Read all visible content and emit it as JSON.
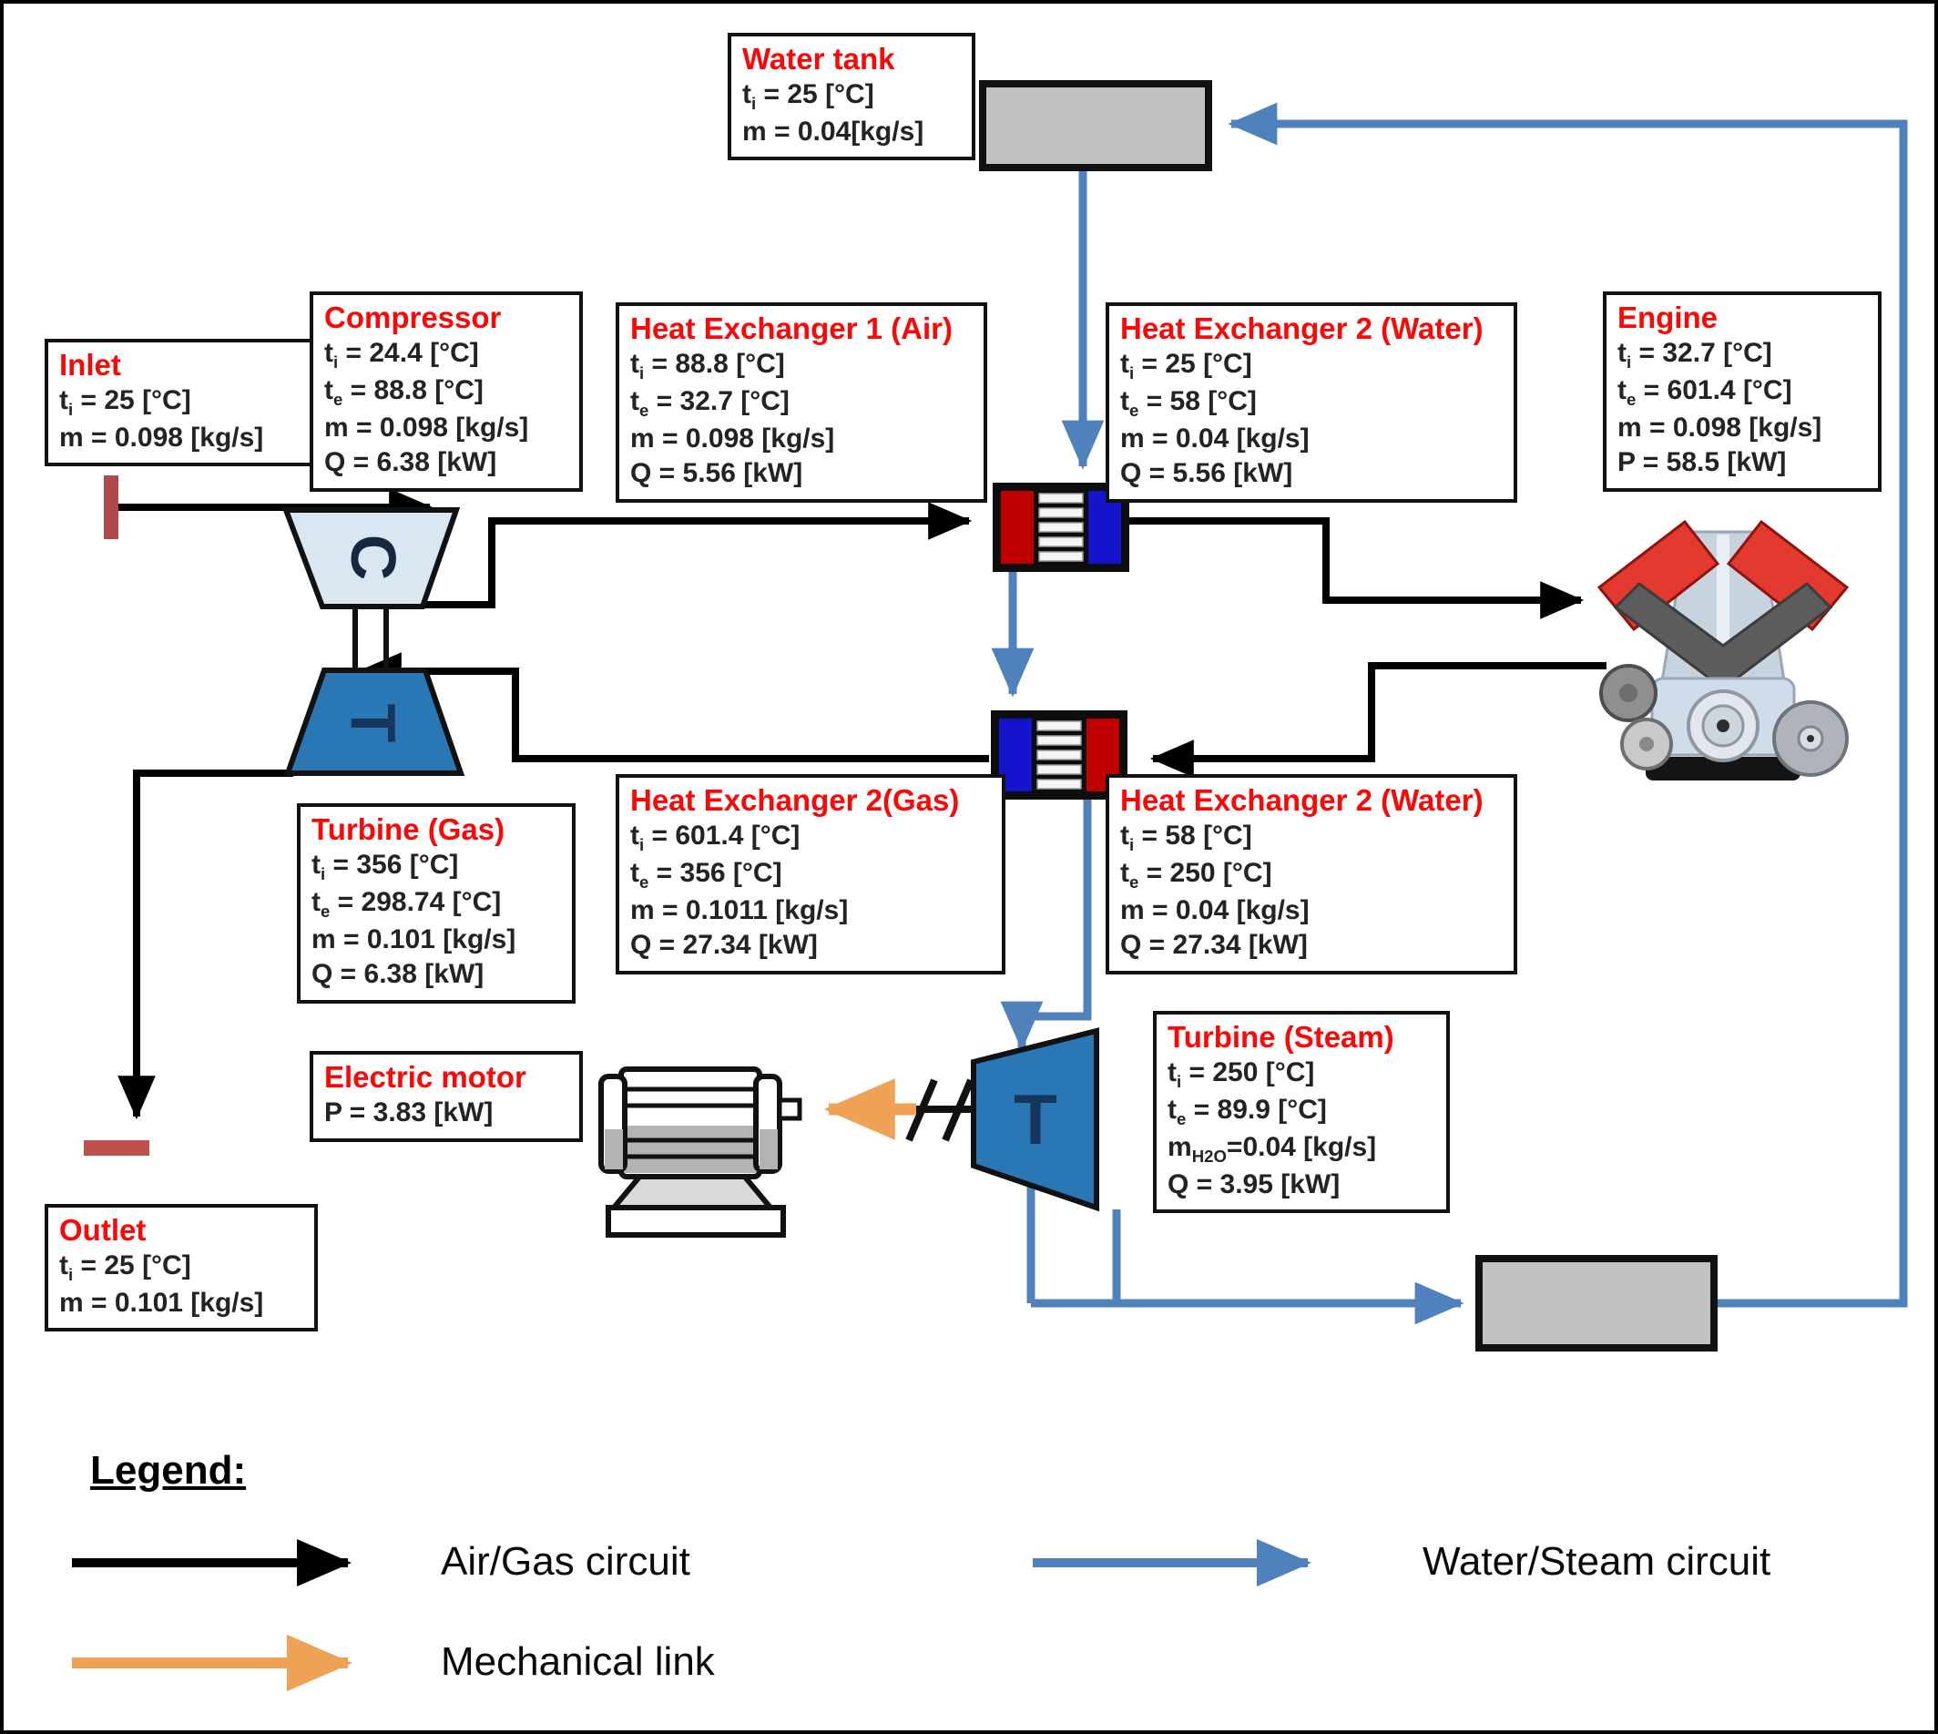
{
  "figure": {
    "type": "process-flow-diagram",
    "description": "Combined engine / gas-turbine / steam-turbine energy system with heat exchangers and water circuit"
  },
  "colors": {
    "air_gas_circuit": "#000000",
    "water_steam_circuit": "#4f81bd",
    "mechanical_link": "#efa155",
    "compressor_fill": "#d9e7f3",
    "turbine_fill": "#2a77b5",
    "tank_fill": "#c2c2c2",
    "hx_hot": "#c00000",
    "hx_cold": "#1414cc",
    "title_red": "#ff0606"
  },
  "glyphs": {
    "compressor": "C",
    "turbine_gas": "T",
    "turbine_steam": "T"
  },
  "boxes": {
    "water_tank": {
      "title": "Water tank",
      "lines": [
        [
          {
            "t": "t"
          },
          {
            "s": "i"
          },
          {
            "t": " = 25 [°C]"
          }
        ],
        [
          {
            "t": "m = 0.04[kg/s]"
          }
        ]
      ]
    },
    "inlet": {
      "title": "Inlet",
      "lines": [
        [
          {
            "t": "t"
          },
          {
            "s": "i"
          },
          {
            "t": " = 25 [°C]"
          }
        ],
        [
          {
            "t": "m = 0.098 [kg/s]"
          }
        ]
      ]
    },
    "compressor": {
      "title": "Compressor",
      "lines": [
        [
          {
            "t": "t"
          },
          {
            "s": "i"
          },
          {
            "t": " = 24.4 [°C]"
          }
        ],
        [
          {
            "t": "t"
          },
          {
            "s": "e"
          },
          {
            "t": " = 88.8 [°C]"
          }
        ],
        [
          {
            "t": "m = 0.098 [kg/s]"
          }
        ],
        [
          {
            "t": "Q = 6.38 [kW]"
          }
        ]
      ]
    },
    "hx1_air": {
      "title": "Heat Exchanger 1 (Air)",
      "lines": [
        [
          {
            "t": "t"
          },
          {
            "s": "i"
          },
          {
            "t": " = 88.8 [°C]"
          }
        ],
        [
          {
            "t": "t"
          },
          {
            "s": "e"
          },
          {
            "t": " = 32.7 [°C]"
          }
        ],
        [
          {
            "t": "m = 0.098 [kg/s]"
          }
        ],
        [
          {
            "t": "Q = 5.56 [kW]"
          }
        ]
      ]
    },
    "hx2_water_top": {
      "title": "Heat Exchanger 2 (Water)",
      "lines": [
        [
          {
            "t": "t"
          },
          {
            "s": "i"
          },
          {
            "t": " = 25 [°C]"
          }
        ],
        [
          {
            "t": "t"
          },
          {
            "s": "e"
          },
          {
            "t": " = 58 [°C]"
          }
        ],
        [
          {
            "t": "m = 0.04 [kg/s]"
          }
        ],
        [
          {
            "t": "Q = 5.56 [kW]"
          }
        ]
      ]
    },
    "engine": {
      "title": "Engine",
      "lines": [
        [
          {
            "t": "t"
          },
          {
            "s": "i"
          },
          {
            "t": " = 32.7 [°C]"
          }
        ],
        [
          {
            "t": "t"
          },
          {
            "s": "e"
          },
          {
            "t": " = 601.4 [°C]"
          }
        ],
        [
          {
            "t": "m = 0.098 [kg/s]"
          }
        ],
        [
          {
            "t": "P = 58.5 [kW]"
          }
        ]
      ]
    },
    "turbine_gas": {
      "title": "Turbine (Gas)",
      "lines": [
        [
          {
            "t": "t"
          },
          {
            "s": "i"
          },
          {
            "t": " = 356 [°C]"
          }
        ],
        [
          {
            "t": "t"
          },
          {
            "s": "e"
          },
          {
            "t": " = 298.74 [°C]"
          }
        ],
        [
          {
            "t": "m = 0.101 [kg/s]"
          }
        ],
        [
          {
            "t": "Q = 6.38 [kW]"
          }
        ]
      ]
    },
    "hx2_gas": {
      "title": "Heat Exchanger 2(Gas)",
      "lines": [
        [
          {
            "t": "t"
          },
          {
            "s": "i"
          },
          {
            "t": " = 601.4 [°C]"
          }
        ],
        [
          {
            "t": "t"
          },
          {
            "s": "e"
          },
          {
            "t": " = 356 [°C]"
          }
        ],
        [
          {
            "t": "m = 0.1011 [kg/s]"
          }
        ],
        [
          {
            "t": "Q = 27.34 [kW]"
          }
        ]
      ]
    },
    "hx2_water_bottom": {
      "title": "Heat Exchanger 2 (Water)",
      "lines": [
        [
          {
            "t": "t"
          },
          {
            "s": "i"
          },
          {
            "t": " = 58 [°C]"
          }
        ],
        [
          {
            "t": "t"
          },
          {
            "s": "e"
          },
          {
            "t": " = 250 [°C]"
          }
        ],
        [
          {
            "t": "m = 0.04 [kg/s]"
          }
        ],
        [
          {
            "t": "Q = 27.34 [kW]"
          }
        ]
      ]
    },
    "electric_motor": {
      "title": "Electric motor",
      "lines": [
        [
          {
            "t": "P = 3.83 [kW]"
          }
        ]
      ]
    },
    "turbine_steam": {
      "title": "Turbine (Steam)",
      "lines": [
        [
          {
            "t": "t"
          },
          {
            "s": "i"
          },
          {
            "t": " = 250 [°C]"
          }
        ],
        [
          {
            "t": "t"
          },
          {
            "s": "e"
          },
          {
            "t": " = 89.9 [°C]"
          }
        ],
        [
          {
            "t": "m"
          },
          {
            "s": "H2O"
          },
          {
            "t": "=0.04 [kg/s]"
          }
        ],
        [
          {
            "t": "Q = 3.95 [kW]"
          }
        ]
      ]
    },
    "outlet": {
      "title": "Outlet",
      "lines": [
        [
          {
            "t": "t"
          },
          {
            "s": "i"
          },
          {
            "t": " = 25 [°C]"
          }
        ],
        [
          {
            "t": "m = 0.101 [kg/s]"
          }
        ]
      ]
    }
  },
  "legend": {
    "title": "Legend:",
    "items": [
      {
        "label": "Air/Gas circuit",
        "color": "#000000"
      },
      {
        "label": "Water/Steam circuit",
        "color": "#4f81bd"
      },
      {
        "label": "Mechanical link",
        "color": "#efa155"
      }
    ]
  }
}
